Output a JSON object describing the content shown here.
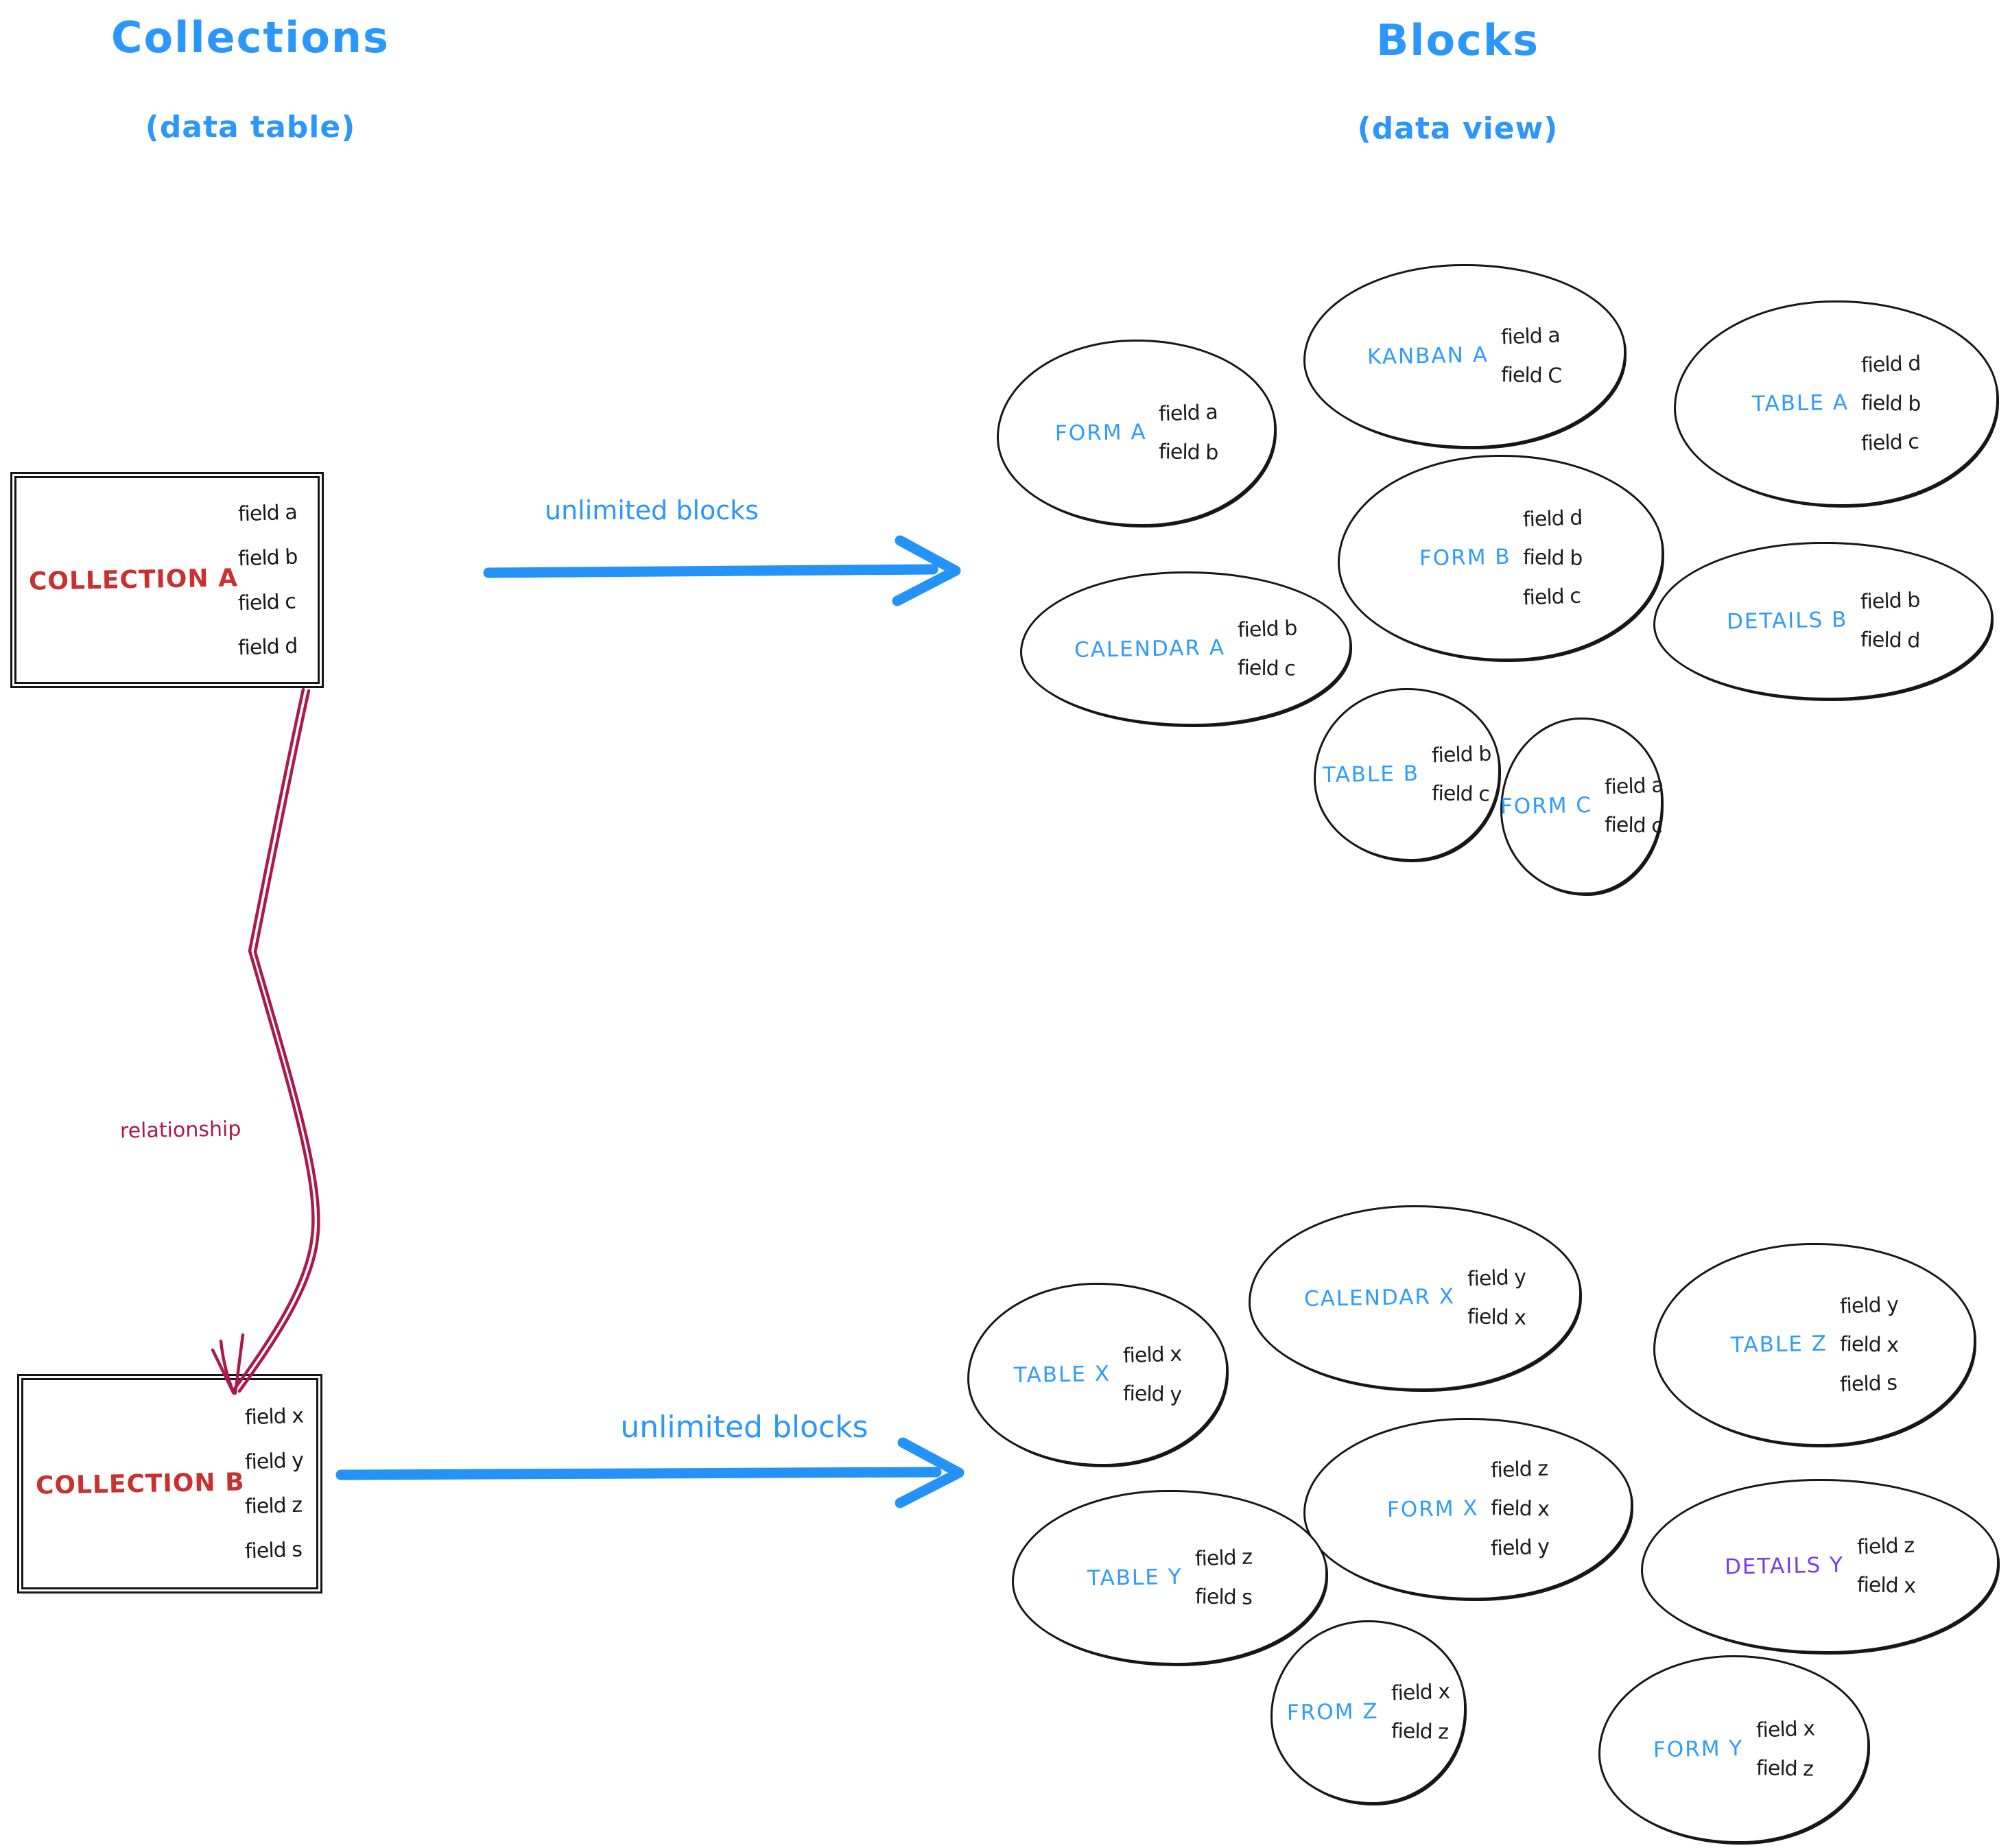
{
  "left_column": {
    "title": "Collections",
    "subtitle": "(data table)"
  },
  "right_column": {
    "title": "Blocks",
    "subtitle": "(data view)"
  },
  "collection_a": {
    "name": "COLLECTION A",
    "fields": [
      "field a",
      "field b",
      "field c",
      "field d"
    ],
    "arrow_label": "unlimited blocks"
  },
  "collection_b": {
    "name": "COLLECTION B",
    "fields": [
      "field x",
      "field y",
      "field z",
      "field s"
    ],
    "arrow_label": "unlimited blocks"
  },
  "relationship_label": "relationship",
  "blocks_a": [
    {
      "name": "FORM A",
      "fields": [
        "field a",
        "field b"
      ]
    },
    {
      "name": "KANBAN A",
      "fields": [
        "field a",
        "field C"
      ]
    },
    {
      "name": "TABLE A",
      "fields": [
        "field d",
        "field b",
        "field c"
      ]
    },
    {
      "name": "CALENDAR A",
      "fields": [
        "field b",
        "field c"
      ]
    },
    {
      "name": "FORM B",
      "fields": [
        "field d",
        "field b",
        "field c"
      ]
    },
    {
      "name": "DETAILS B",
      "fields": [
        "field b",
        "field d"
      ]
    },
    {
      "name": "TABLE B",
      "fields": [
        "field b",
        "field c"
      ]
    },
    {
      "name": "FORM C",
      "fields": [
        "field a",
        "field c"
      ]
    }
  ],
  "blocks_b": [
    {
      "name": "TABLE X",
      "fields": [
        "field x",
        "field y"
      ]
    },
    {
      "name": "CALENDAR X",
      "fields": [
        "field y",
        "field x"
      ]
    },
    {
      "name": "TABLE Z",
      "fields": [
        "field y",
        "field x",
        "field s"
      ]
    },
    {
      "name": "FORM X",
      "fields": [
        "field z",
        "field x",
        "field y"
      ]
    },
    {
      "name": "TABLE Y",
      "fields": [
        "field z",
        "field s"
      ]
    },
    {
      "name": "DETAILS Y",
      "fields": [
        "field z",
        "field x"
      ]
    },
    {
      "name": "FROM Z",
      "fields": [
        "field x",
        "field z"
      ]
    },
    {
      "name": "FORM Y",
      "fields": [
        "field x",
        "field z"
      ]
    }
  ],
  "colors": {
    "blue": "#2b97fb",
    "collection_red": "#c9302f",
    "relationship_crimson": "#ab1a4d",
    "details_y_purple": "#7a3bee",
    "ink_black": "#181818"
  }
}
